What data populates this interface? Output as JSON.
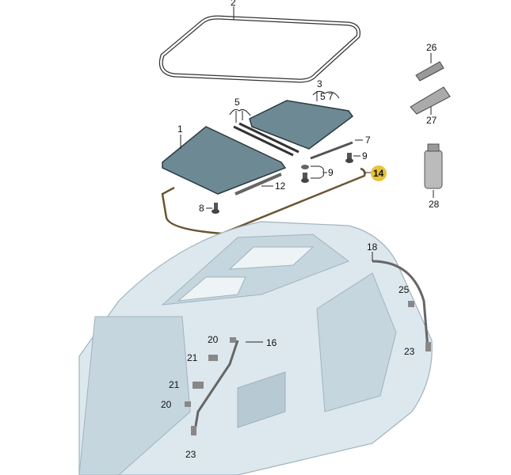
{
  "diagram": {
    "title": "Sunroof / panoramic roof parts",
    "highlight_color": "#e8c23a",
    "callouts": {
      "c1": "1",
      "c2": "2",
      "c3": "3",
      "c3sub": "5 7",
      "c5": "5",
      "c7": "7",
      "c9a": "9",
      "c9b": "9",
      "c12": "12",
      "c8": "8",
      "c14": "14",
      "c26": "26",
      "c27": "27",
      "c28": "28",
      "c18": "18",
      "c25": "25",
      "c16": "16",
      "c20a": "20",
      "c21a": "21",
      "c21b": "21",
      "c20b": "20",
      "c23a": "23",
      "c23b": "23"
    }
  }
}
